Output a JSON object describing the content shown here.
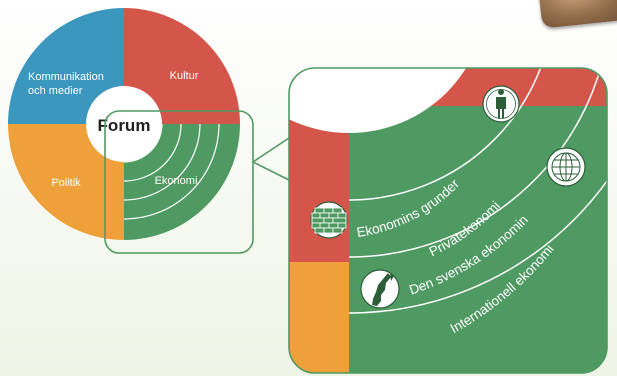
{
  "wheel": {
    "center_label": "Forum",
    "segments": {
      "kommunikation_line1": "Kommunikation",
      "kommunikation_line2": "och medier",
      "kultur": "Kultur",
      "politik": "Politik",
      "ekonomi": "Ekonomi"
    }
  },
  "zoom": {
    "rings": [
      "Ekonomins grunder",
      "Privatekonomi",
      "Den svenska ekonomin",
      "Internationell ekonomi"
    ]
  },
  "colors": {
    "kommunikation": "#3b97be",
    "kultur": "#d4564a",
    "politik": "#eea13a",
    "ekonomi": "#4f9a62",
    "frame": "#4f9a62",
    "ring_line": "#ffffff"
  },
  "icons": [
    "person-icon",
    "globe-icon",
    "brick-wall-icon",
    "sweden-map-icon"
  ]
}
